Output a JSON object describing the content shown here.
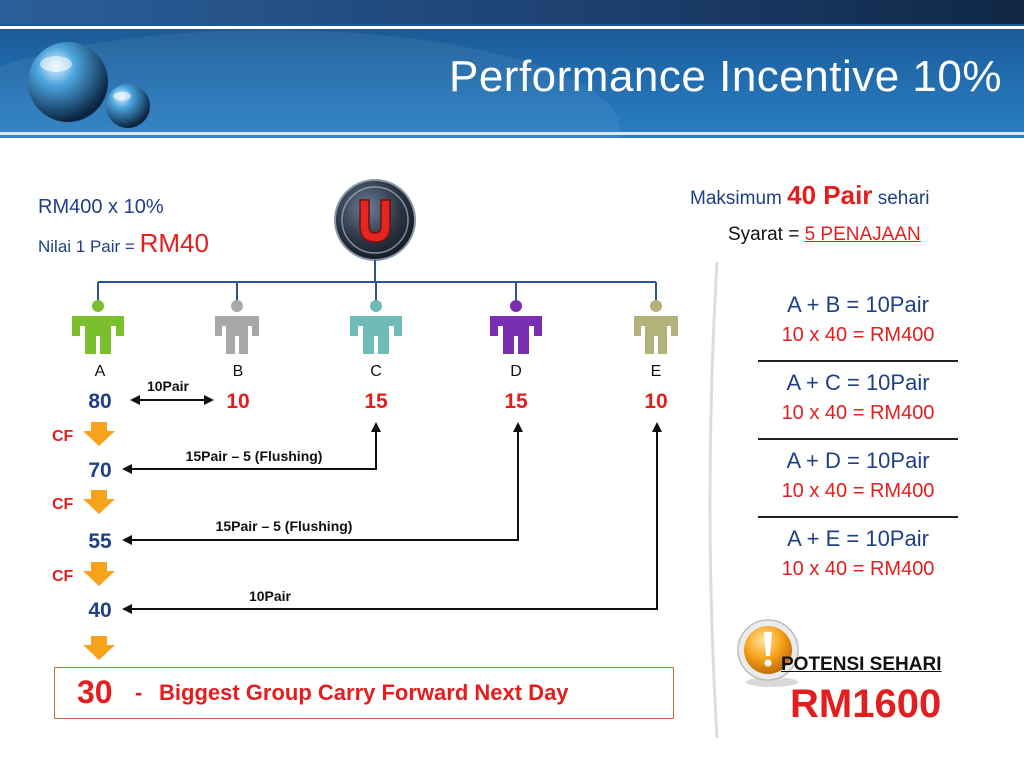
{
  "header": {
    "title": "Performance Incentive 10%"
  },
  "left_info": {
    "rate_line": "RM400 x 10%",
    "pair_value_label": "Nilai 1 Pair =",
    "pair_value": "RM40"
  },
  "top_right": {
    "max_prefix": "Maksimum",
    "max_value": "40 Pair",
    "max_suffix": "sehari",
    "req_label": "Syarat =",
    "req_value": "5 PENAJAAN"
  },
  "colors": {
    "header": "#1f67a8",
    "navy": "#1f3f86",
    "red": "#e41e1e",
    "arrow_orange": "#f7a21b",
    "legs": {
      "A": "#7cbf2e",
      "B": "#a8a8a8",
      "C": "#6fbbb7",
      "D": "#7a2fb2",
      "E": "#b2b27a"
    }
  },
  "legs": [
    {
      "letter": "A",
      "value": "80",
      "icon": "person-icon"
    },
    {
      "letter": "B",
      "value": "10",
      "icon": "person-icon"
    },
    {
      "letter": "C",
      "value": "15",
      "icon": "person-icon"
    },
    {
      "letter": "D",
      "value": "15",
      "icon": "person-icon"
    },
    {
      "letter": "E",
      "value": "10",
      "icon": "person-icon"
    }
  ],
  "carry": {
    "cf_label": "CF",
    "values": [
      "70",
      "55",
      "40"
    ]
  },
  "flows": [
    {
      "label": "10Pair"
    },
    {
      "label": "15Pair – 5 (Flushing)"
    },
    {
      "label": "15Pair – 5 (Flushing)"
    },
    {
      "label": "10Pair"
    }
  ],
  "footer": {
    "value": "30",
    "dash": "-",
    "text": "Biggest Group Carry Forward Next Day"
  },
  "pairs": [
    {
      "formula": "A + B = 10Pair",
      "calc": "10 x 40 = RM400"
    },
    {
      "formula": "A + C = 10Pair",
      "calc": "10 x 40 = RM400"
    },
    {
      "formula": "A + D = 10Pair",
      "calc": "10 x 40 = RM400"
    },
    {
      "formula": "A + E = 10Pair",
      "calc": "10 x 40 = RM400"
    }
  ],
  "potential": {
    "label": "POTENSI SEHARI",
    "value": "RM1600"
  }
}
